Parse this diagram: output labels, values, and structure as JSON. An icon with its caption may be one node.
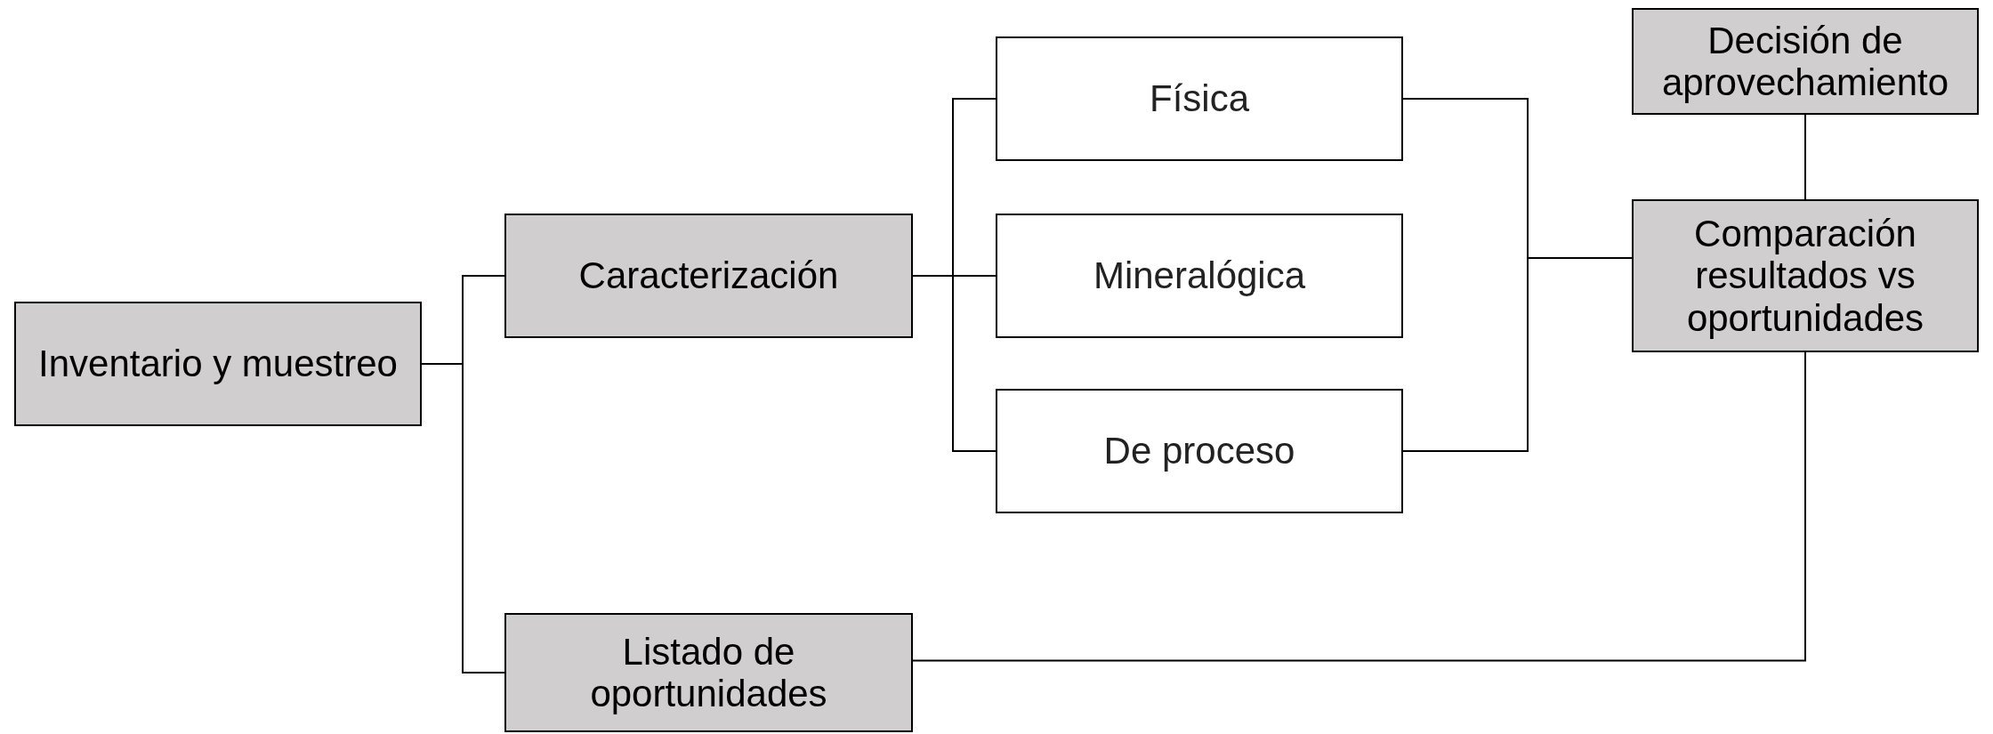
{
  "diagram": {
    "nodes": [
      {
        "text": [
          "Inventario y muestreo"
        ]
      },
      {
        "text": [
          "Caracterización"
        ]
      },
      {
        "text": [
          "Listado de oportunidades"
        ]
      },
      {
        "text": [
          "Física"
        ]
      },
      {
        "text": [
          "Mineralógica"
        ]
      },
      {
        "text": [
          "De proceso"
        ]
      },
      {
        "text": [
          "Decisión de aprovechamiento"
        ]
      },
      {
        "text": [
          "Comparación resultados vs oportunidades"
        ]
      }
    ],
    "edges": [
      {
        "from": 0,
        "to": 1,
        "arrow": "none"
      },
      {
        "from": 0,
        "to": 2,
        "arrow": "none"
      },
      {
        "from": 1,
        "to": 3,
        "arrow": "none"
      },
      {
        "from": 1,
        "to": 4,
        "arrow": "none"
      },
      {
        "from": 1,
        "to": 5,
        "arrow": "none"
      },
      {
        "from": 3,
        "to": 7,
        "arrow": "none"
      },
      {
        "from": 5,
        "to": 7,
        "arrow": "none"
      },
      {
        "from": 6,
        "to": 7,
        "arrow": "none"
      },
      {
        "from": 2,
        "to": 7,
        "arrow": "none"
      }
    ]
  }
}
